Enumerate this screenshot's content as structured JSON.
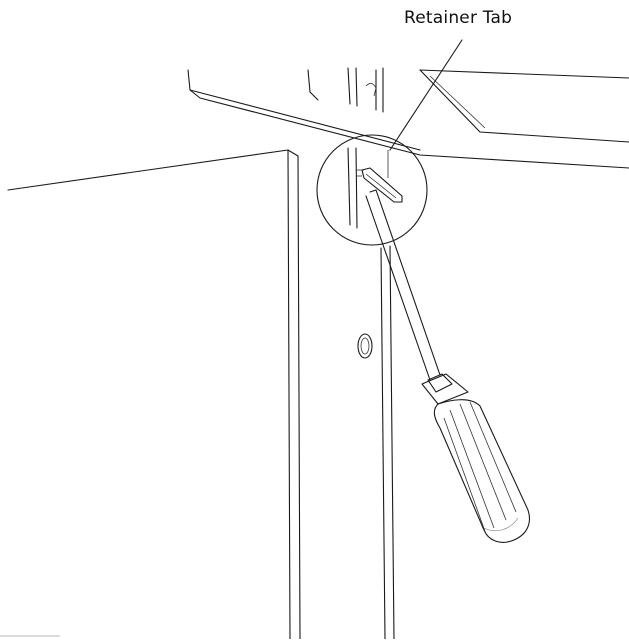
{
  "diagram": {
    "callout": {
      "label": "Retainer Tab"
    },
    "parts": {
      "panel": "cabinet-panel",
      "tool": "screwdriver",
      "target": "retainer-tab"
    }
  }
}
